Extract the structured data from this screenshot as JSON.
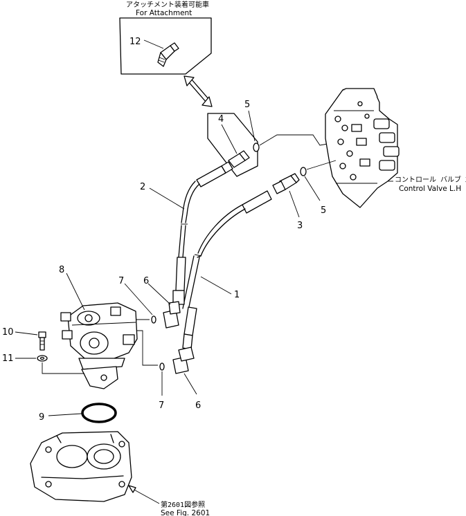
{
  "attachment_note": {
    "japanese": "アタッチメント装着可能車",
    "english": "For Attachment"
  },
  "control_valve_note": {
    "japanese": "コントロール バルブ 左",
    "english": "Control Valve L.H"
  },
  "see_fig_note": {
    "japanese": "第2601図参照",
    "english": "See Fig. 2601"
  },
  "callouts": {
    "p1": "1",
    "p2": "2",
    "p3": "3",
    "p4": "4",
    "p5a": "5",
    "p5b": "5",
    "p6a": "6",
    "p6b": "6",
    "p7a": "7",
    "p7b": "7",
    "p8": "8",
    "p9": "9",
    "p10": "10",
    "p11": "11",
    "p12": "12"
  }
}
